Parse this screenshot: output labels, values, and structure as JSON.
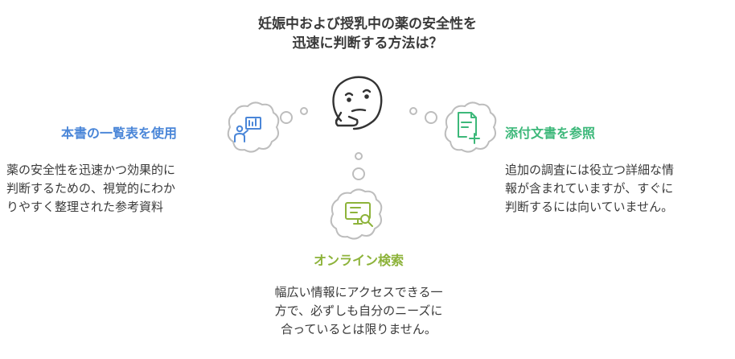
{
  "title": {
    "line1": "妊娠中および授乳中の薬の安全性を",
    "line2": "迅速に判断する方法は？"
  },
  "options": {
    "left": {
      "label": "本書の一覧表を使用",
      "color": "#4a86d8",
      "desc": [
        "薬の安全性を迅速かつ効果的に",
        "判断するための、視覚的にわか",
        "りやすく整理された参考資料"
      ]
    },
    "bottom": {
      "label": "オンライン検索",
      "color": "#8db33a",
      "desc": [
        "幅広い情報にアクセスできる一",
        "方で、必ずしも自分のニーズに",
        "合っているとは限りません。"
      ]
    },
    "right": {
      "label": "添付文書を参照",
      "color": "#3db87a",
      "desc": [
        "追加の調査には役立つ詳細な情",
        "報が含まれていますが、すぐに",
        "判断するには向いていません。"
      ]
    }
  },
  "icons": {
    "center": "thinking-face-icon",
    "left": "presenter-board-icon",
    "bottom": "monitor-search-icon",
    "right": "document-add-icon"
  }
}
